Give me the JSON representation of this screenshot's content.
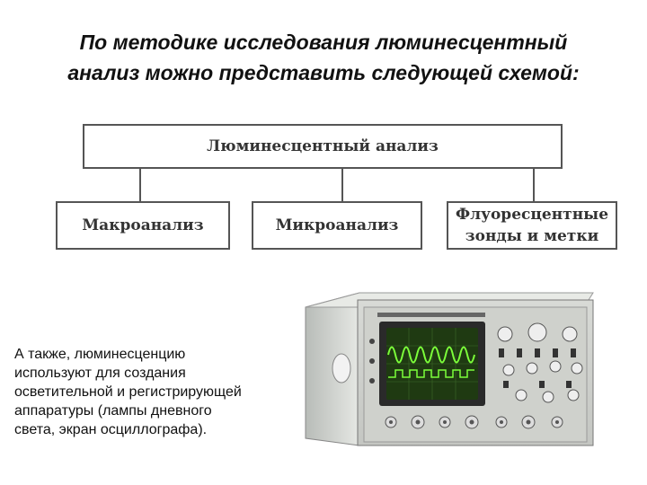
{
  "title": {
    "line1": "По методике исследования люминесцентный",
    "line2": "анализ можно представить следующей схемой:"
  },
  "diagram": {
    "root": "Люминесцентный анализ",
    "children": [
      {
        "label_line1": "Макроанализ",
        "label_line2": ""
      },
      {
        "label_line1": "Микроанализ",
        "label_line2": ""
      },
      {
        "label_line1": "Флуоресцентные",
        "label_line2": "зонды и метки"
      }
    ]
  },
  "caption": {
    "lines": [
      "А также,  люминесценцию",
      "используют для создания",
      "осветительной и регистрирующей",
      "аппаратуры (лампы дневного",
      "света, экран осциллографа)."
    ]
  },
  "image": {
    "subject": "oscilloscope",
    "trace_color": "#7cff3a",
    "screen_color": "#1f3a12"
  }
}
